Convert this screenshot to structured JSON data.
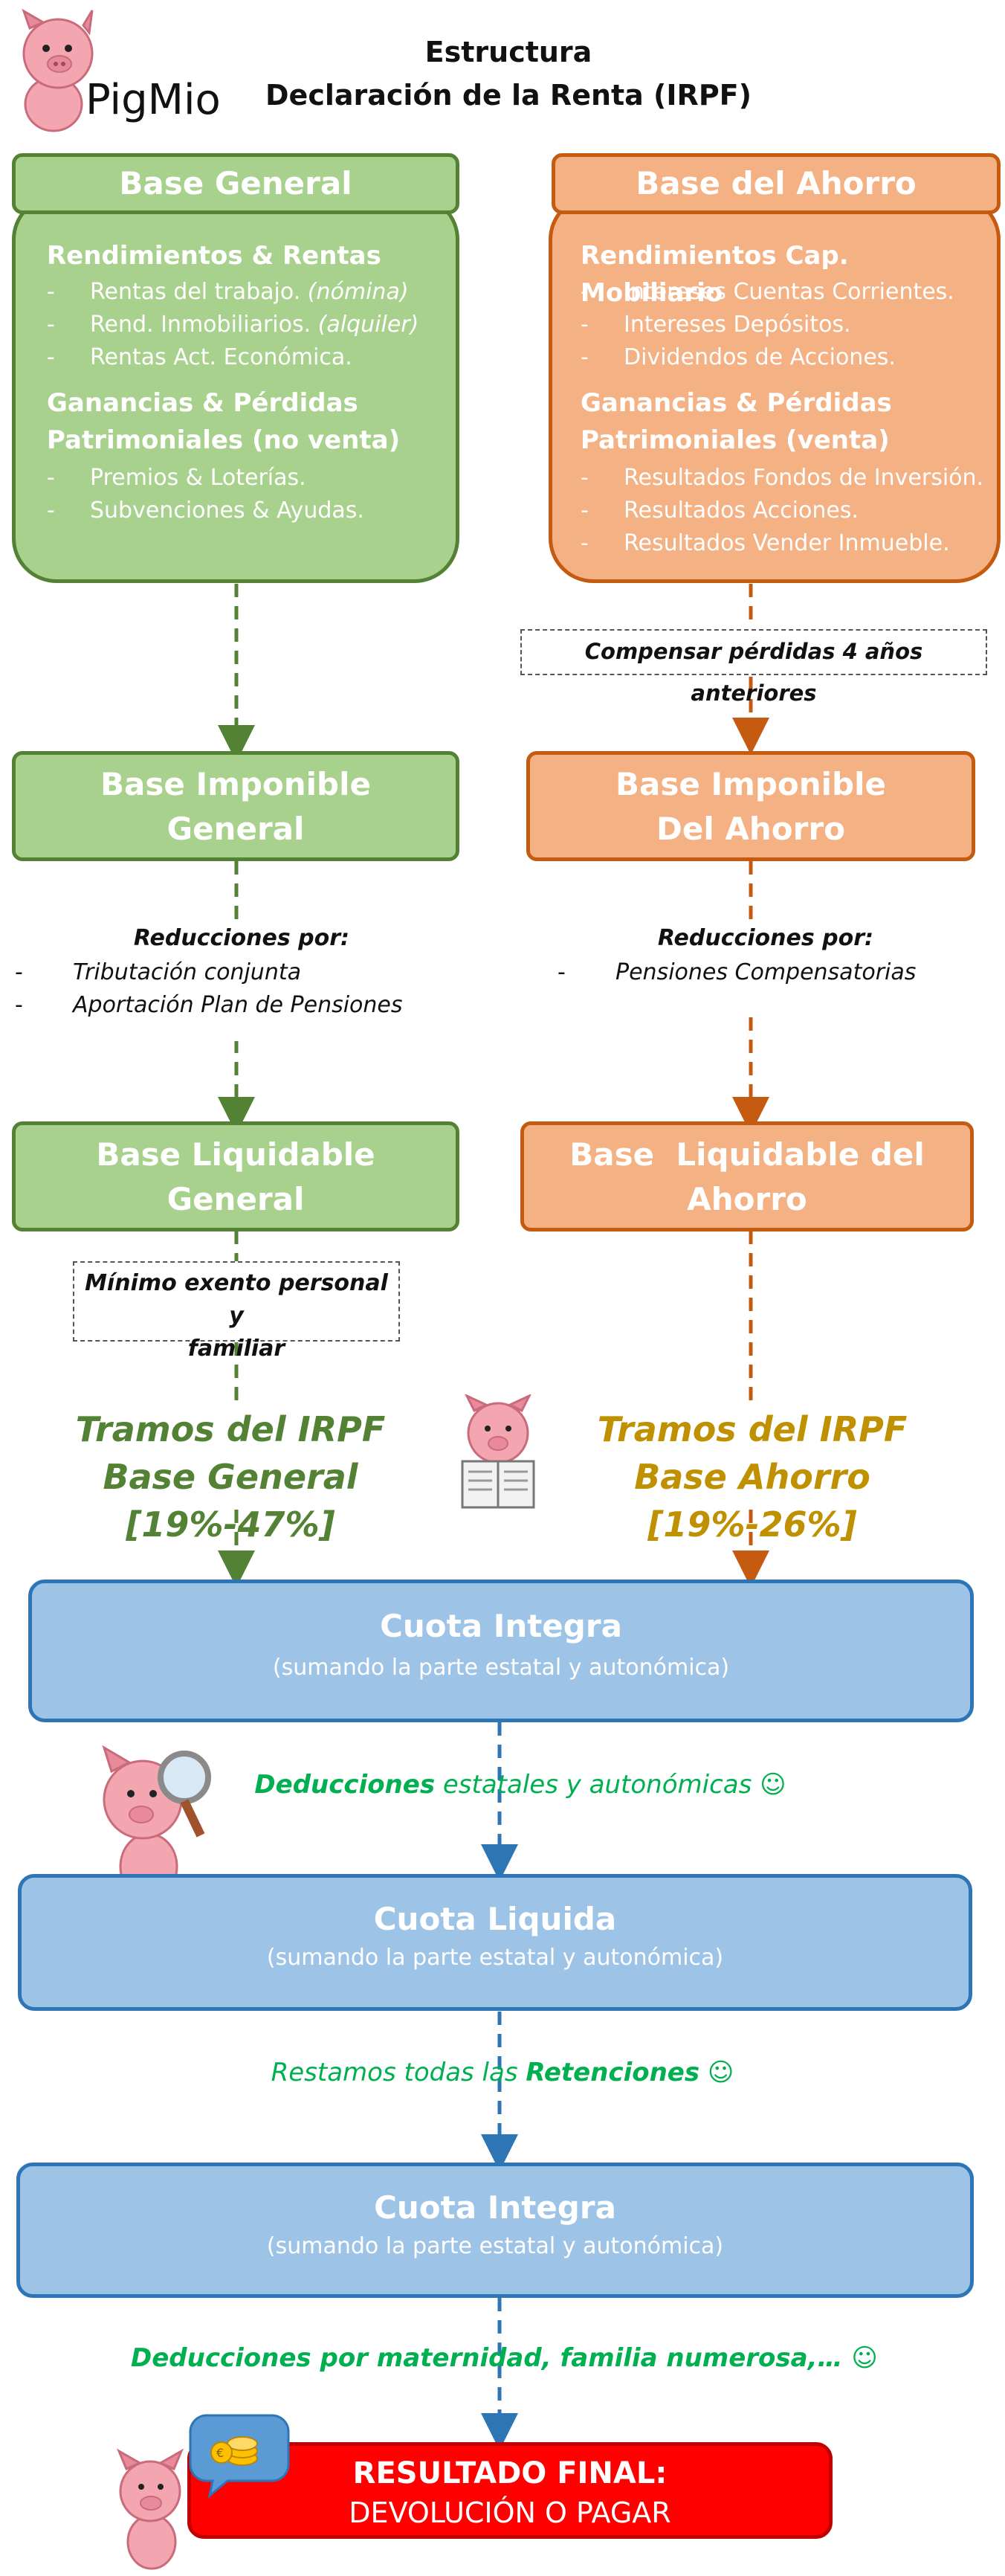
{
  "header": {
    "logo_text": "PigMio",
    "title_line1": "Estructura",
    "title_line2": "Declaración de la Renta (IRPF)"
  },
  "colors": {
    "green_fill": "#a9d18e",
    "green_border": "#548235",
    "orange_fill": "#f4b183",
    "orange_border": "#c55a11",
    "blue_fill": "#9dc3e6",
    "blue_border": "#2e75b6",
    "red_fill": "#ff0000",
    "tramos_general": "#548235",
    "tramos_ahorro": "#bf9000",
    "flow_green": "#00b050"
  },
  "base_general": {
    "title": "Base General",
    "section1_title": "Rendimientos & Rentas",
    "section1_items": [
      {
        "text": "Rentas del trabajo. ",
        "note": "(nómina)"
      },
      {
        "text": "Rend. Inmobiliarios. ",
        "note": "(alquiler)"
      },
      {
        "text": "Rentas Act. Económica.",
        "note": ""
      }
    ],
    "section2_title_line1": "Ganancias & Pérdidas",
    "section2_title_line2": "Patrimoniales (no venta)",
    "section2_items": [
      "Premios & Loterías.",
      "Subvenciones & Ayudas."
    ]
  },
  "base_ahorro": {
    "title": "Base del Ahorro",
    "section1_title": "Rendimientos Cap. Mobiliario",
    "section1_items": [
      "Intereses Cuentas Corrientes.",
      "Intereses Depósitos.",
      "Dividendos de Acciones."
    ],
    "section2_title_line1": "Ganancias & Pérdidas",
    "section2_title_line2": "Patrimoniales (venta)",
    "section2_items": [
      "Resultados Fondos de Inversión.",
      "Resultados Acciones.",
      "Resultados Vender Inmueble."
    ]
  },
  "compensar_note": "Compensar pérdidas 4 años anteriores",
  "imponible_general": {
    "line1": "Base Imponible",
    "line2": "General"
  },
  "imponible_ahorro": {
    "line1": "Base Imponible",
    "line2": "Del Ahorro"
  },
  "reducciones_general": {
    "title": "Reducciones por:",
    "items": [
      "Tributación conjunta",
      "Aportación Plan de Pensiones"
    ]
  },
  "reducciones_ahorro": {
    "title": "Reducciones por:",
    "items": [
      "Pensiones Compensatorias"
    ]
  },
  "liquidable_general": {
    "line1": "Base Liquidable",
    "line2": "General"
  },
  "liquidable_ahorro": {
    "line1": "Base  Liquidable del",
    "line2": "Ahorro"
  },
  "minimo_note": {
    "line1": "Mínimo exento personal y",
    "line2": "familiar"
  },
  "tramos_general": {
    "line1": "Tramos del IRPF",
    "line2": "Base General [19%-47%]"
  },
  "tramos_ahorro": {
    "line1": "Tramos del IRPF",
    "line2": "Base Ahorro [19%-26%]"
  },
  "cuota_integra_1": {
    "title": "Cuota Integra",
    "subtitle": "(sumando la parte estatal y autonómica)"
  },
  "deducciones_text": {
    "bold": "Deducciones",
    "rest": " estatales y autonómicas ☺"
  },
  "cuota_liquida": {
    "title": "Cuota Liquida",
    "subtitle": "(sumando la parte estatal y autonómica)"
  },
  "retenciones_text": {
    "rest": "Restamos todas las ",
    "bold": "Retenciones",
    "tail": " ☺"
  },
  "cuota_integra_2": {
    "title": "Cuota Integra",
    "subtitle": "(sumando la parte estatal y autonómica)"
  },
  "maternidad_text": "Deducciones por maternidad, familia numerosa,… ☺",
  "resultado": {
    "line1": "RESULTADO FINAL:",
    "line2": "DEVOLUCIÓN O PAGAR"
  }
}
